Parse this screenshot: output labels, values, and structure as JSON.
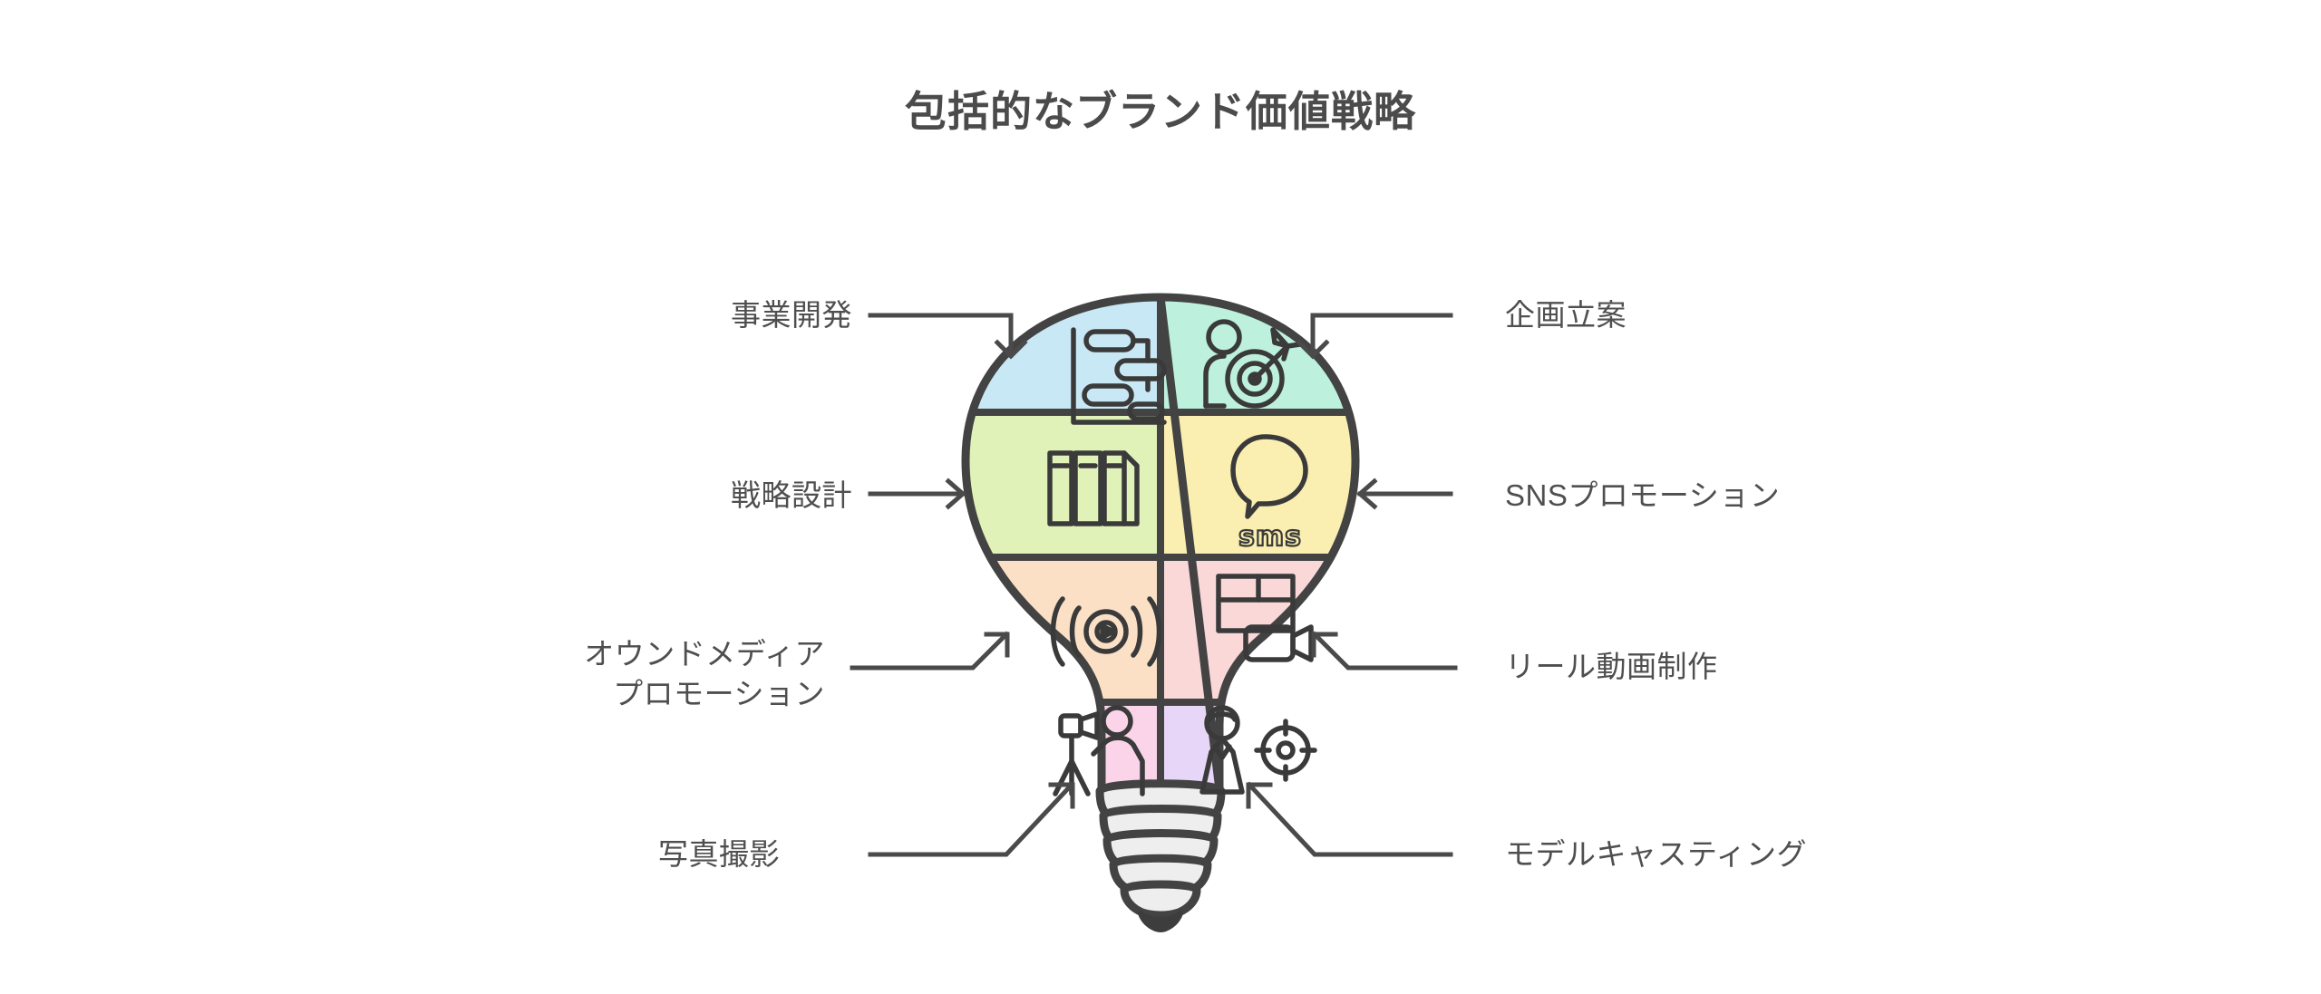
{
  "header": {
    "title": "包括的なブランド価値戦略"
  },
  "colors": {
    "text": "#4f4f4f",
    "outline": "#434343",
    "background": "#ffffff",
    "base_metal": "#eeeeee"
  },
  "diagram": {
    "shape": "lightbulb",
    "segment_count": 8,
    "segments": [
      {
        "id": "business-development",
        "position": "top-left",
        "label": "事業開発",
        "color": "#c8e8f5",
        "icon": "flowchart-icon",
        "side": "left",
        "arrow": "elbow-down-right"
      },
      {
        "id": "planning",
        "position": "top-right",
        "label": "企画立案",
        "color": "#bdf0dd",
        "icon": "person-target-icon",
        "side": "right",
        "arrow": "elbow-down-left"
      },
      {
        "id": "strategy-design",
        "position": "middle-upper-left",
        "label": "戦略設計",
        "color": "#e1f2b9",
        "icon": "books-archive-icon",
        "side": "left",
        "arrow": "straight-right"
      },
      {
        "id": "sns-promotion",
        "position": "middle-upper-right",
        "label": "SNSプロモーション",
        "color": "#faeeb0",
        "icon": "sms-bubble-icon",
        "side": "right",
        "arrow": "straight-left"
      },
      {
        "id": "owned-media-promotion",
        "position": "middle-lower-left",
        "label": "オウンドメディア\nプロモーション",
        "color": "#fbe0c6",
        "icon": "broadcast-play-icon",
        "side": "left",
        "arrow": "elbow-up-right"
      },
      {
        "id": "reel-video-production",
        "position": "middle-lower-right",
        "label": "リール動画制作",
        "color": "#fad8d8",
        "icon": "video-grid-icon",
        "side": "right",
        "arrow": "elbow-up-left"
      },
      {
        "id": "photography",
        "position": "bottom-left",
        "label": "写真撮影",
        "color": "#fbd4ea",
        "icon": "camera-tripod-photographer-icon",
        "side": "left",
        "arrow": "diagonal-up-right"
      },
      {
        "id": "model-casting",
        "position": "bottom-right",
        "label": "モデルキャスティング",
        "color": "#e7d6f7",
        "icon": "model-target-icon",
        "side": "right",
        "arrow": "diagonal-up-left"
      }
    ],
    "icon_text": {
      "sms": "sms"
    }
  }
}
